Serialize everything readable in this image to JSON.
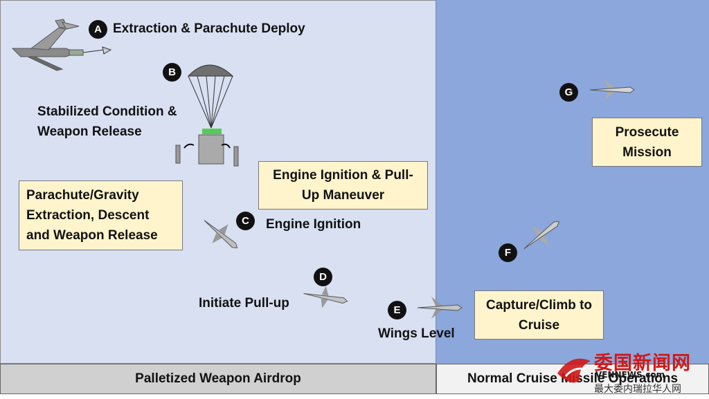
{
  "steps": [
    {
      "marker": "A",
      "label": "Extraction & Parachute Deploy"
    },
    {
      "marker": "B",
      "label_lines": [
        "Stabilized Condition &",
        "Weapon Release"
      ]
    },
    {
      "marker": "C",
      "label": "Engine Ignition"
    },
    {
      "marker": "D",
      "label": "Initiate Pull-up"
    },
    {
      "marker": "E",
      "label": "Wings Level"
    },
    {
      "marker": "F"
    },
    {
      "marker": "G"
    }
  ],
  "boxes": {
    "descent": [
      "Parachute/Gravity",
      "Extraction, Descent",
      "and Weapon Release"
    ],
    "engine": [
      "Engine Ignition & Pull-",
      "Up Maneuver"
    ],
    "capture": [
      "Capture/Climb to",
      "Cruise"
    ],
    "prosecute": [
      "Prosecute",
      "Mission"
    ]
  },
  "phases": {
    "left": "Palletized Weapon Airdrop",
    "right": "Normal Cruise Missile Operations"
  },
  "watermark": {
    "main": "委国新闻网",
    "sub": "VENNEWS.com",
    "cn": "最大委内瑞拉华人网"
  },
  "colors": {
    "left_panel": "#d8e0f2",
    "right_panel": "#8ba7dc",
    "box_fill": "#fff4cc",
    "marker": "#111111",
    "watermark_red": "#d01818"
  }
}
